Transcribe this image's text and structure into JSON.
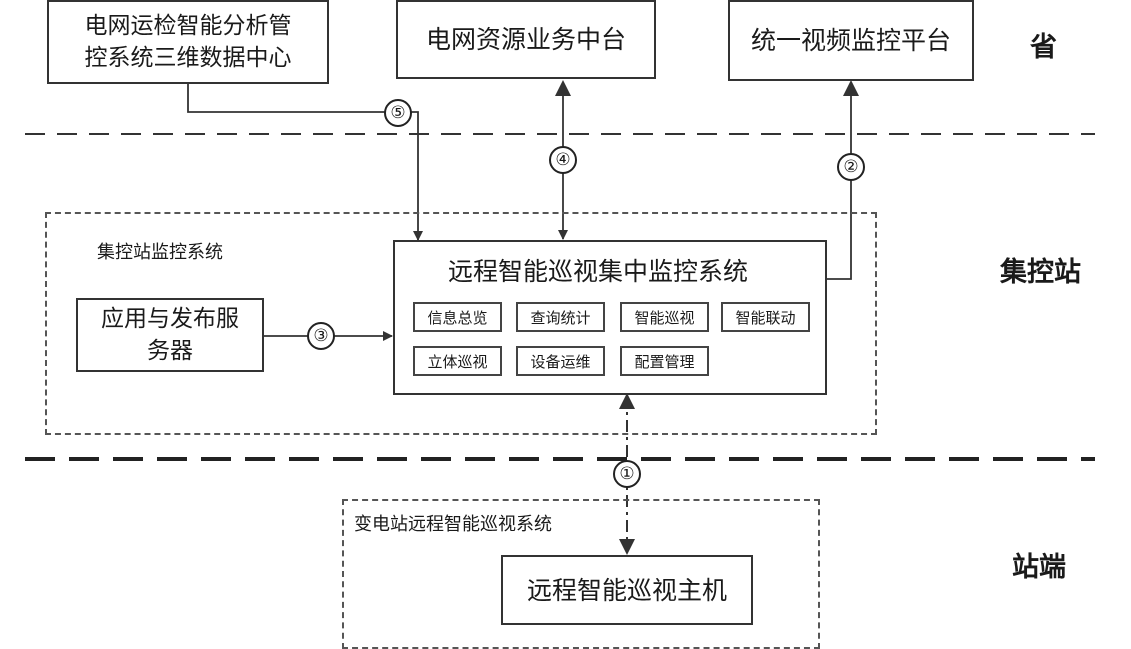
{
  "levels": {
    "province": "省",
    "center": "集控站",
    "station": "站端"
  },
  "province_boxes": {
    "data_center": [
      "电网运检智能分析管",
      "控系统三维数据中心"
    ],
    "resource_platform": "电网资源业务中台",
    "video_platform": "统一视频监控平台"
  },
  "center_region": {
    "label": "集控站监控系统",
    "app_server": [
      "应用与发布服",
      "务器"
    ],
    "main_system": {
      "title": "远程智能巡视集中监控系统",
      "modules": [
        "信息总览",
        "查询统计",
        "智能巡视",
        "智能联动",
        "立体巡视",
        "设备运维",
        "配置管理"
      ]
    }
  },
  "station_region": {
    "label": "变电站远程智能巡视系统",
    "host": "远程智能巡视主机"
  },
  "markers": {
    "m1": "①",
    "m2": "②",
    "m3": "③",
    "m4": "④",
    "m5": "⑤"
  }
}
